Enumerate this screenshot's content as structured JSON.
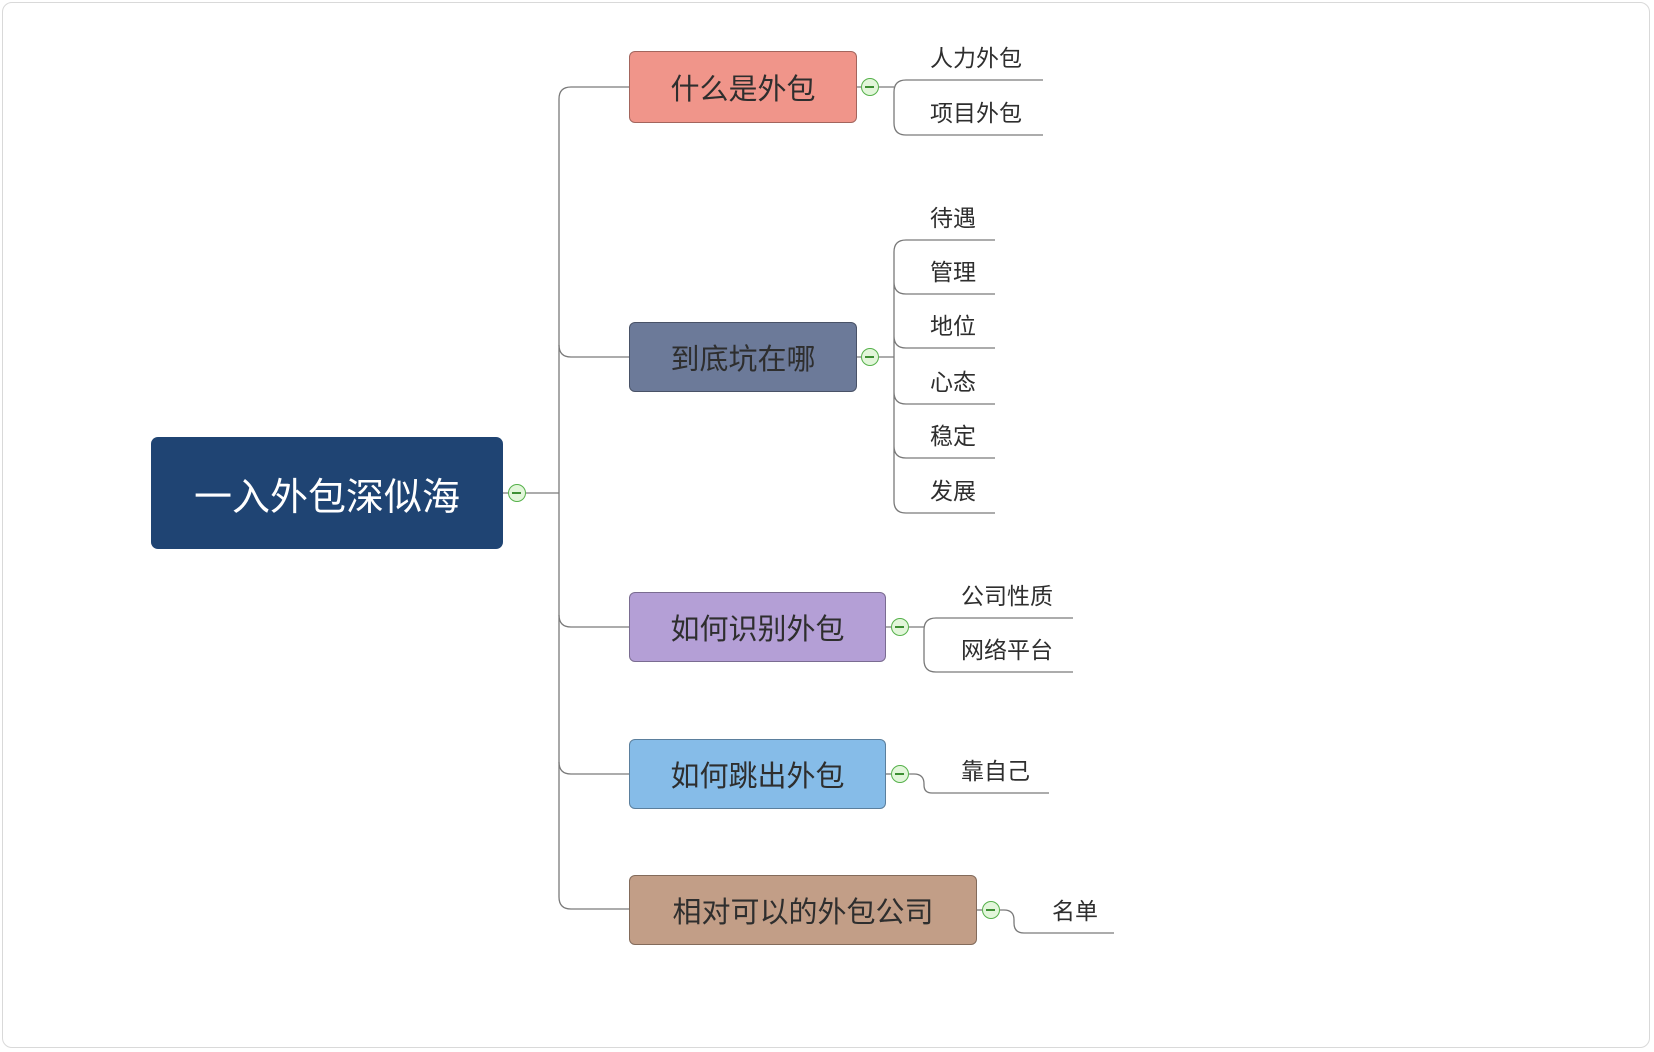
{
  "root": {
    "label": "一入外包深似海",
    "color": "#1f4473"
  },
  "branches": [
    {
      "label": "什么是外包",
      "color": "#f0958a",
      "leaves": [
        "人力外包",
        "项目外包"
      ]
    },
    {
      "label": "到底坑在哪",
      "color": "#6c7a99",
      "leaves": [
        "待遇",
        "管理",
        "地位",
        "心态",
        "稳定",
        "发展"
      ]
    },
    {
      "label": "如何识别外包",
      "color": "#b49fd6",
      "leaves": [
        "公司性质",
        "网络平台"
      ]
    },
    {
      "label": "如何跳出外包",
      "color": "#86bce8",
      "leaves": [
        "靠自己"
      ]
    },
    {
      "label": "相对可以的外包公司",
      "color": "#c29e87",
      "leaves": [
        "名单"
      ]
    }
  ]
}
